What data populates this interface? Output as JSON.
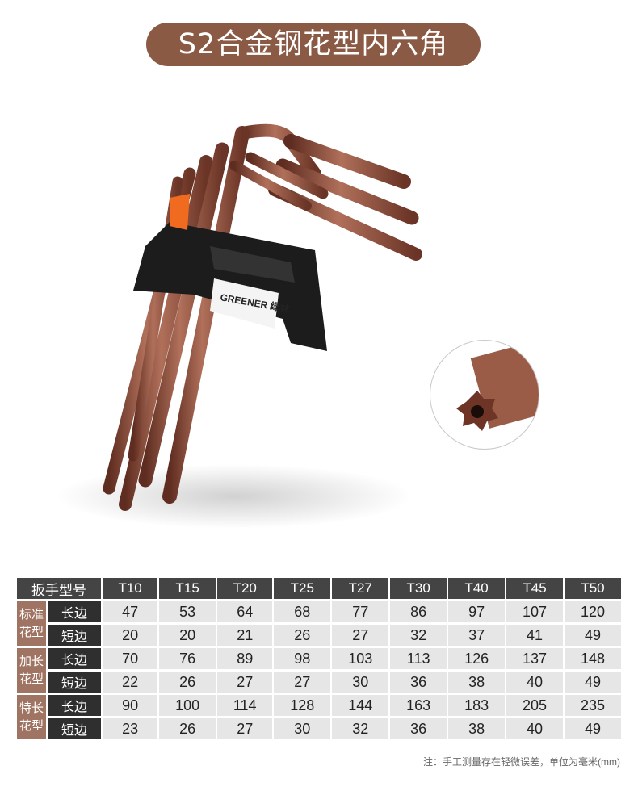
{
  "title": "S2合金钢花型内六角",
  "product": {
    "brand_text": "GREENER 绿林",
    "icons": [
      "torx-key-set-image",
      "torx-tip-closeup"
    ]
  },
  "table": {
    "header_first": "扳手型号",
    "sizes": [
      "T10",
      "T15",
      "T20",
      "T25",
      "T27",
      "T30",
      "T40",
      "T45",
      "T50"
    ],
    "groups": [
      {
        "name": "标准花型",
        "rows": [
          {
            "label": "长边",
            "values": [
              "47",
              "53",
              "64",
              "68",
              "77",
              "86",
              "97",
              "107",
              "120"
            ]
          },
          {
            "label": "短边",
            "values": [
              "20",
              "20",
              "21",
              "26",
              "27",
              "32",
              "37",
              "41",
              "49"
            ]
          }
        ]
      },
      {
        "name": "加长花型",
        "rows": [
          {
            "label": "长边",
            "values": [
              "70",
              "76",
              "89",
              "98",
              "103",
              "113",
              "126",
              "137",
              "148"
            ]
          },
          {
            "label": "短边",
            "values": [
              "22",
              "26",
              "27",
              "27",
              "30",
              "36",
              "38",
              "40",
              "49"
            ]
          }
        ]
      },
      {
        "name": "特长花型",
        "rows": [
          {
            "label": "长边",
            "values": [
              "90",
              "100",
              "114",
              "128",
              "144",
              "163",
              "183",
              "205",
              "235"
            ]
          },
          {
            "label": "短边",
            "values": [
              "23",
              "26",
              "27",
              "30",
              "32",
              "36",
              "38",
              "40",
              "49"
            ]
          }
        ]
      }
    ]
  },
  "note": "注：手工测量存在轻微误差，单位为毫米(mm)",
  "colors": {
    "title_bg": "#8a5a45",
    "header_bg": "#444444",
    "group_bg": "#a07462",
    "cell_bg": "#e6e6e6",
    "copper": "#8b4a36"
  }
}
